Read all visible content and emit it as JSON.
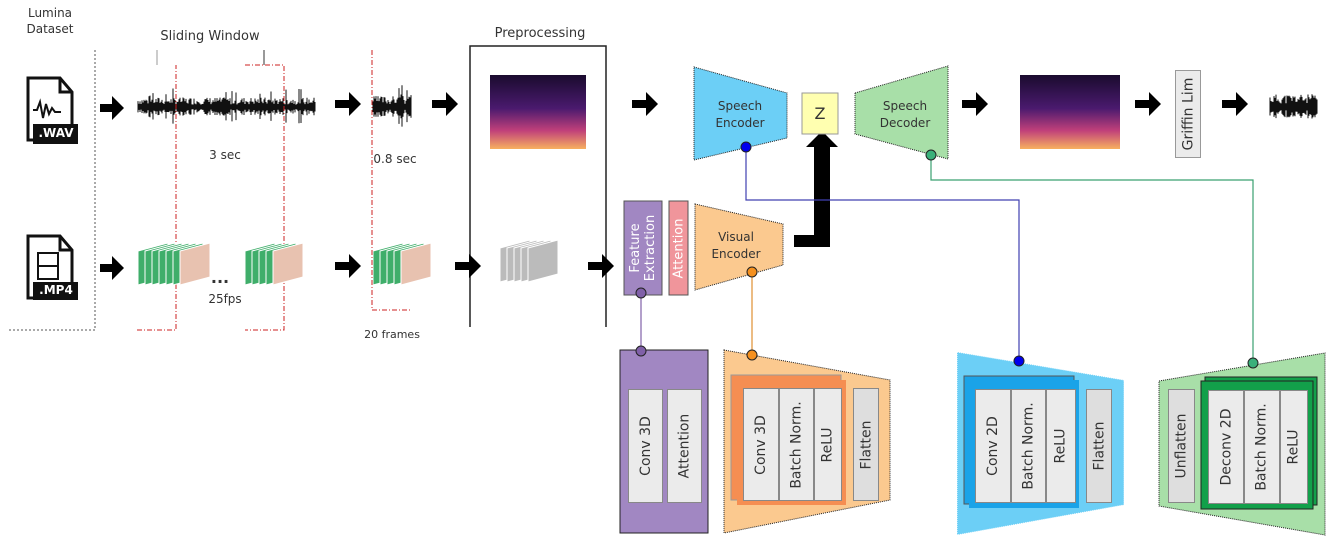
{
  "dataset": {
    "title_line1": "Lumina",
    "title_line2": "Dataset",
    "audio_file": ".WAV",
    "video_file": ".MP4"
  },
  "sliding_window": {
    "title": "Sliding Window",
    "audio_window": "3 sec",
    "video_rate": "25fps",
    "ellipsis": "..."
  },
  "segment": {
    "audio_length": "0.8 sec",
    "video_frames": "20 frames"
  },
  "preprocessing": {
    "title": "Preprocessing"
  },
  "speech_encoder": {
    "label_line1": "Speech",
    "label_line2": "Encoder"
  },
  "latent": {
    "label": "Z"
  },
  "speech_decoder": {
    "label_line1": "Speech",
    "label_line2": "Decoder"
  },
  "griffin_lim": {
    "label": "Griffin Lim"
  },
  "feature_extraction": {
    "label_line1": "Feature",
    "label_line2": "Extraction"
  },
  "attention": {
    "label": "Attention"
  },
  "visual_encoder": {
    "label_line1": "Visual",
    "label_line2": "Encoder"
  },
  "detail_feature_extraction": {
    "layers": [
      "Conv 3D",
      "Attention"
    ]
  },
  "detail_visual_encoder": {
    "layers": [
      "Conv 3D",
      "Batch Norm.",
      "ReLU"
    ],
    "tail": "Flatten"
  },
  "detail_speech_encoder": {
    "layers": [
      "Conv 2D",
      "Batch Norm.",
      "ReLU"
    ],
    "tail": "Flatten"
  },
  "detail_speech_decoder": {
    "head": "Unflatten",
    "layers": [
      "Deconv 2D",
      "Batch Norm.",
      "ReLU"
    ]
  },
  "colors": {
    "speech_encoder": "#6ccff6",
    "speech_decoder": "#a8dfa8",
    "latent": "#ffffb0",
    "feature_extraction": "#a187c2",
    "attention": "#f0959b",
    "visual_encoder": "#fbc98f",
    "visual_encoder_stack": "#f58e52",
    "speech_encoder_stack": "#1aa3e8",
    "speech_decoder_stack": "#12a04a",
    "window_red": "#cc2222"
  }
}
